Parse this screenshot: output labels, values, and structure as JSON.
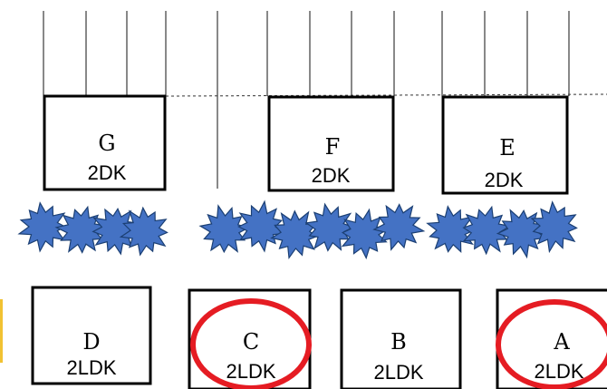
{
  "colors": {
    "tree_fill": "#4472c4",
    "tree_stroke": "#1b3f73",
    "highlight": "#e51c23",
    "accent_strip": "#f1c232"
  },
  "units": {
    "G": {
      "letter": "G",
      "type": "2DK"
    },
    "F": {
      "letter": "F",
      "type": "2DK"
    },
    "E": {
      "letter": "E",
      "type": "2DK"
    },
    "D": {
      "letter": "D",
      "type": "2LDK"
    },
    "C": {
      "letter": "C",
      "type": "2LDK"
    },
    "B": {
      "letter": "B",
      "type": "2LDK"
    },
    "A": {
      "letter": "A",
      "type": "2LDK"
    }
  },
  "highlighted_units": [
    "C",
    "A"
  ],
  "icons": {
    "tree": "tree-icon",
    "highlight": "highlight-circle"
  }
}
